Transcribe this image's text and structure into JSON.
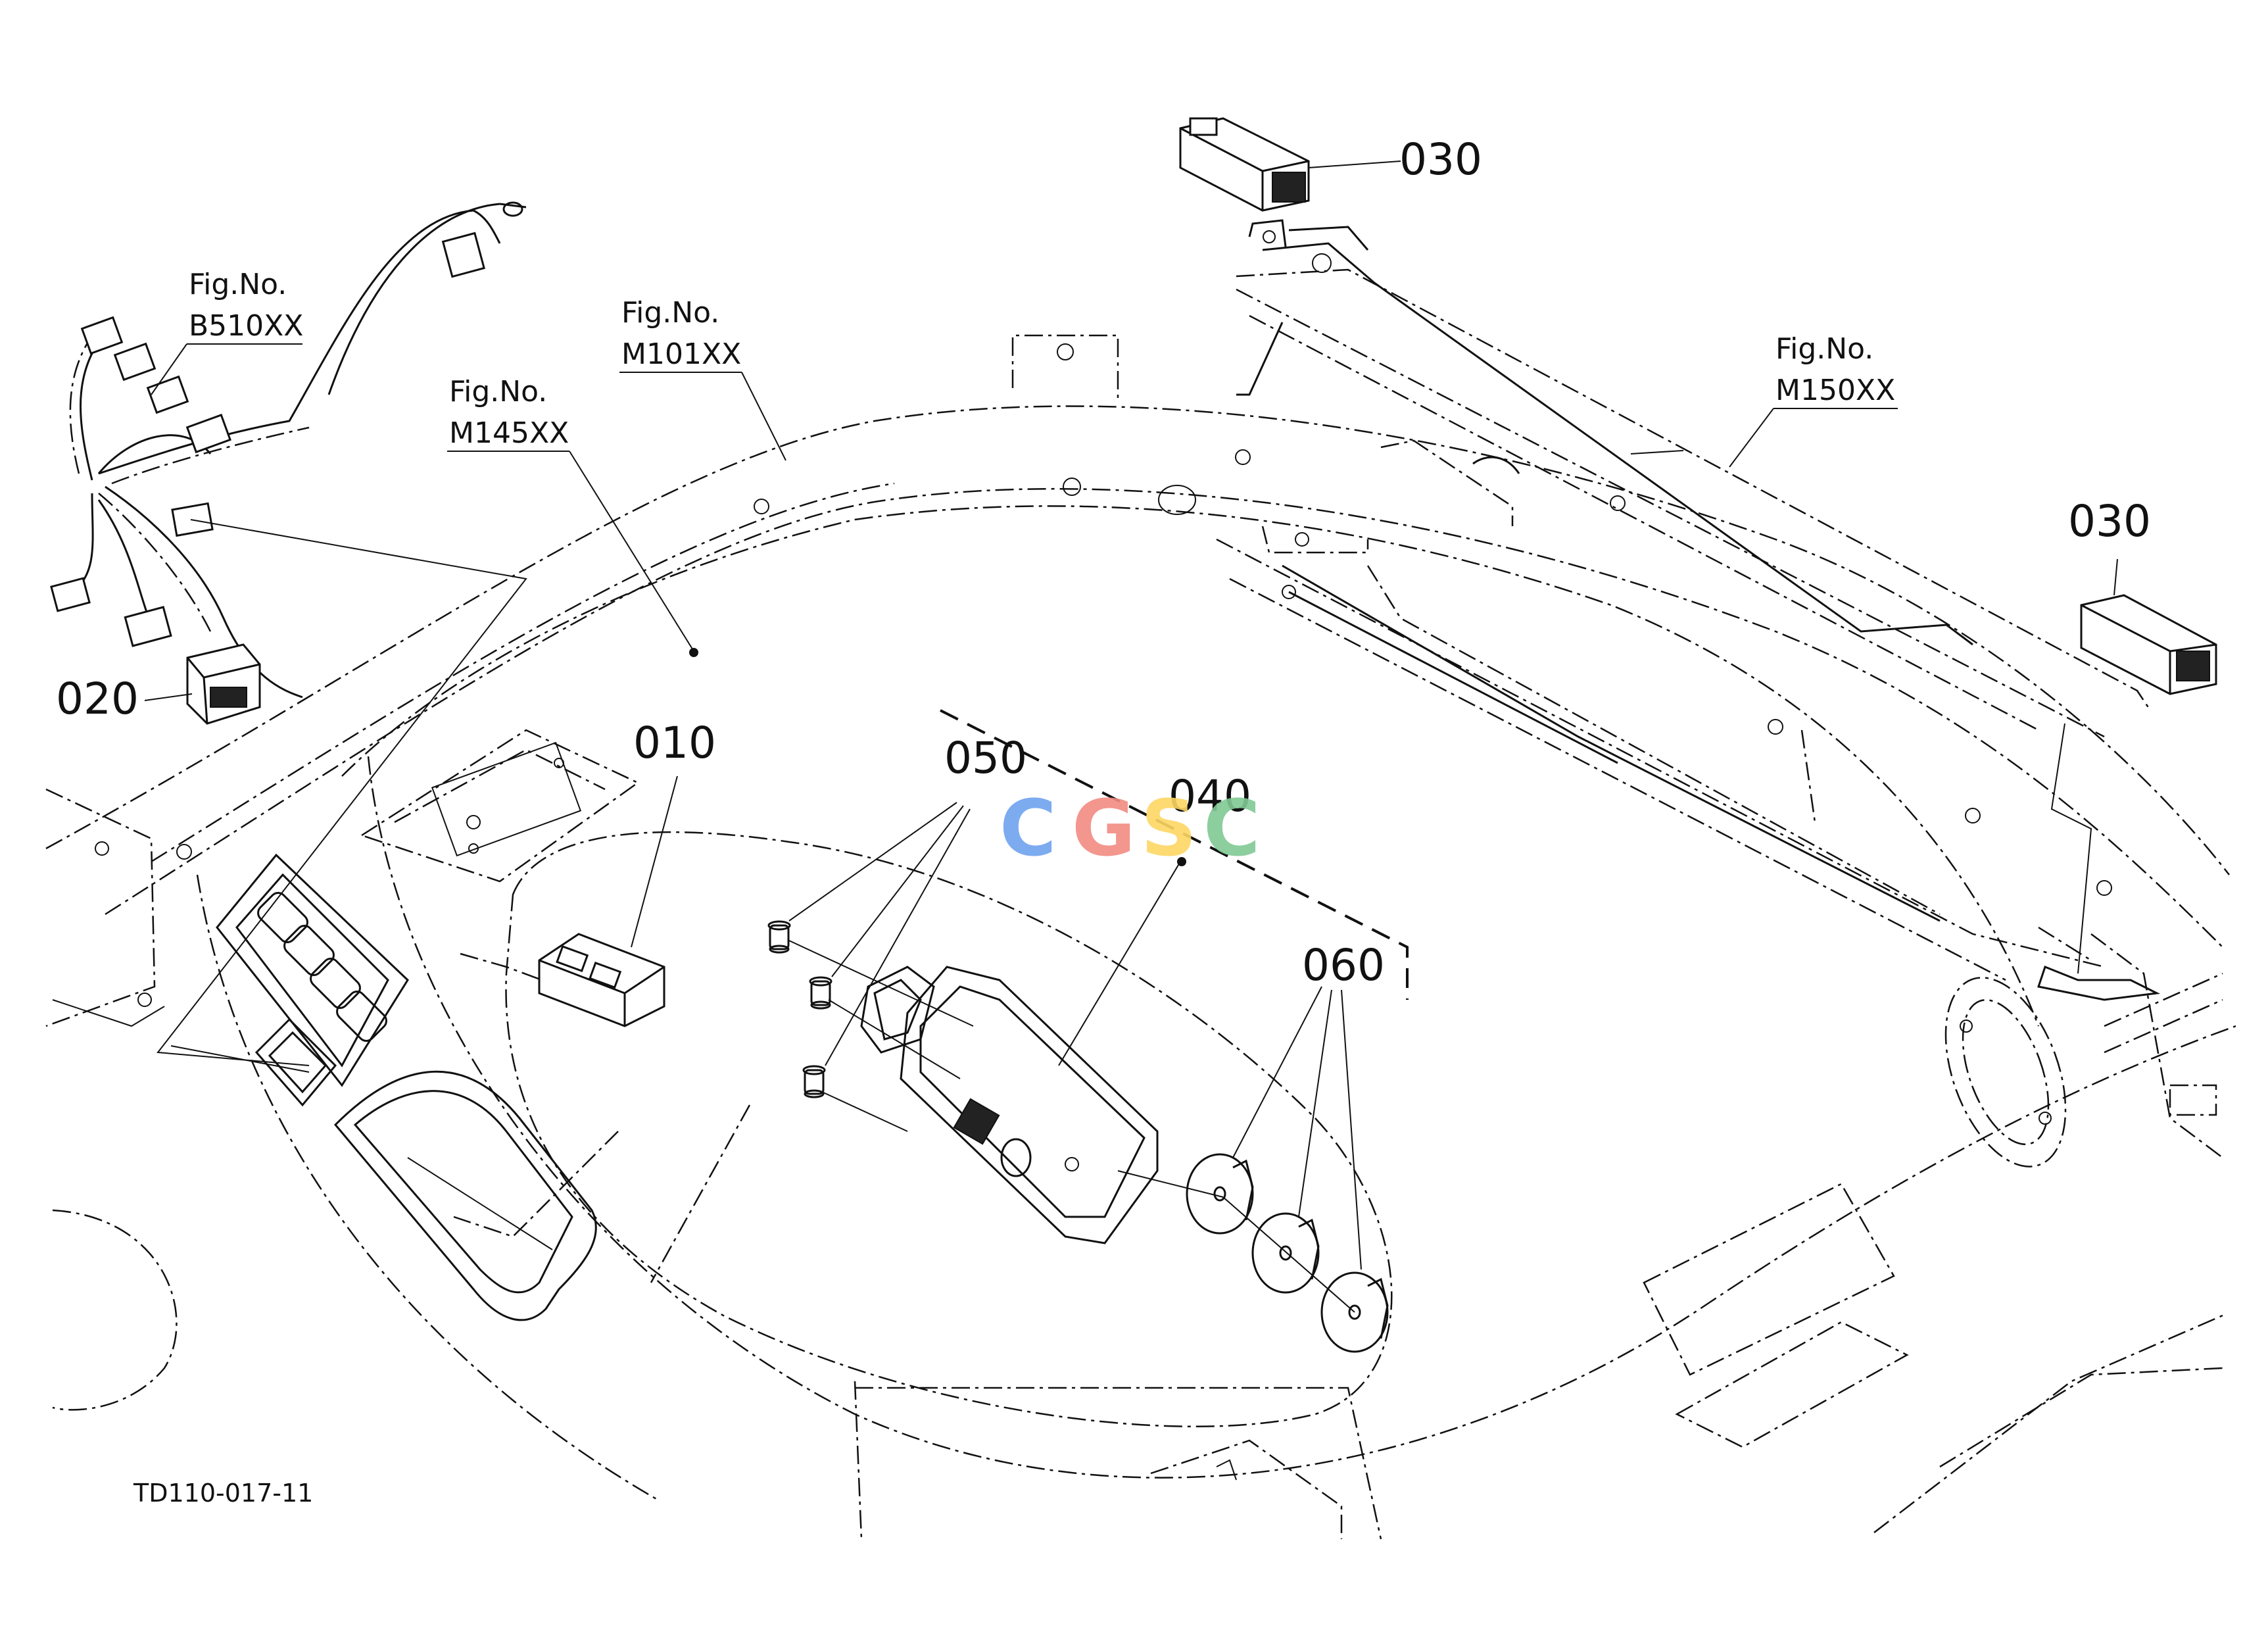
{
  "part_numbers": {
    "p010": "010",
    "p020": "020",
    "p030a": "030",
    "p030b": "030",
    "p040": "040",
    "p050": "050",
    "p060": "060"
  },
  "figure_refs": {
    "b510": {
      "label": "Fig.No.",
      "code": "B510XX"
    },
    "m101": {
      "label": "Fig.No.",
      "code": "M101XX"
    },
    "m145": {
      "label": "Fig.No.",
      "code": "M145XX"
    },
    "m150": {
      "label": "Fig.No.",
      "code": "M150XX"
    }
  },
  "drawing_id": "TD110-017-11",
  "watermark": {
    "c1": "C",
    "g": "G",
    "s": "S",
    "c2": "C",
    "colors": [
      "#6fa3ef",
      "#f28b82",
      "#fdd663",
      "#81c995"
    ]
  }
}
